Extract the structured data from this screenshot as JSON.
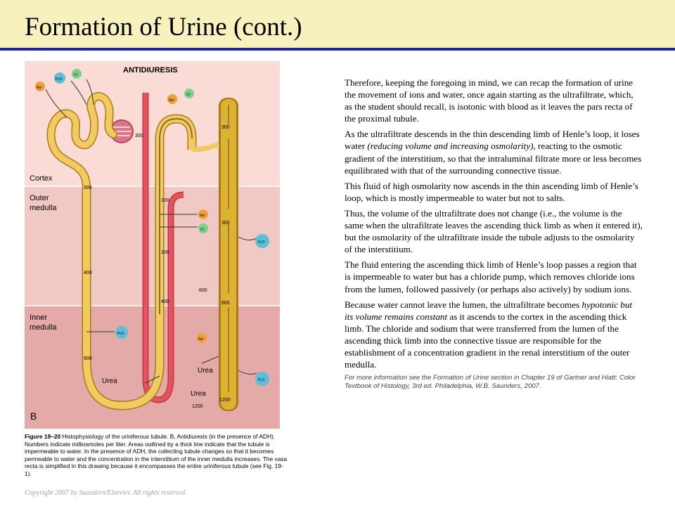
{
  "title": "Formation of Urine (cont.)",
  "diagram": {
    "heading": "ANTIDIURESIS",
    "panel_label": "B",
    "region_cortex": "Cortex",
    "region_outer_1": "Outer",
    "region_outer_2": "medulla",
    "region_inner_1": "Inner",
    "region_inner_2": "medulla",
    "ion_na": "Na⁺",
    "ion_cl": "Cl⁻",
    "ion_h2o": "H₂O",
    "val_300_left": "300",
    "val_300_vr": "300",
    "val_300_ct": "300",
    "val_300_ct2": "300",
    "val_400": "400",
    "val_600_left": "600",
    "val_100": "100",
    "val_200": "200",
    "val_400_asc": "400",
    "val_600_mid": "600",
    "val_600_ct": "600",
    "val_1200_ct": "1200",
    "val_1200_vr": "1200",
    "urea_1": "Urea",
    "urea_2": "Urea",
    "urea_3": "Urea"
  },
  "caption": {
    "figure_label": "Figure 19–20",
    "body": " Histophysiology of the uriniferous tubule. B, Antidiuresis (in the presence of ADH). Numbers indicate milliosmoles per liter. Areas outlined by a thick line indicate that the tubule is impermeable to water. In the presence of ADH, the collecting tubule changes so that it becomes permeable to water and the concentration in the interstitium of the inner medulla increases. The vasa recta is simplified in this drawing because it encompasses the entire uriniferous tubule (see Fig. 19-1)."
  },
  "copyright": "Copyright 2007 by Saunders/Elsevier. All rights reserved.",
  "paragraphs": {
    "p1": "Therefore, keeping the foregoing in mind, we can recap the formation of urine the movement of ions and water, once again starting as the ultrafiltrate, which, as the student should recall, is isotonic with blood as it leaves the pars recta of the proximal tubule.",
    "p2a": "As the ultrafiltrate descends in the thin descending limb of Henle’s loop, it loses water ",
    "p2b": "(reducing volume and increasing osmolarity),",
    "p2c": " reacting to the osmotic gradient of the interstitium, so that the intraluminal filtrate more or less becomes equilibrated with that of the surrounding connective tissue.",
    "p3": "This fluid of high osmolarity now ascends in the thin ascending limb of Henle’s loop, which is mostly impermeable to water but not to salts.",
    "p4": "Thus, the volume of the ultrafiltrate does not change (i.e., the volume is the same when the ultrafiltrate leaves the ascending thick limb as when it entered it), but the osmolarity of the ultrafiltrate inside the tubule adjusts to the osmolarity of the interstitium.",
    "p5": "The fluid entering the ascending thick limb of Henle’s loop passes a region that is impermeable to water but has a chloride pump, which removes chloride ions from the lumen, followed passively (or perhaps also actively) by sodium ions.",
    "p6a": "Because water cannot leave the lumen, the ultrafiltrate becomes ",
    "p6b": "hypotonic but its volume remains constant",
    "p6c": " as it ascends to the cortex in the ascending thick limb. The chloride and sodium that were transferred from the lumen of the ascending thick limb into the connective tissue are responsible for the establishment of a concentration gradient in the renal interstitium of the outer medulla.",
    "more": "For more information see the Formation of Urine section in Chapter 19 of Gartner and Hiatt: Color Textbook of Histology, 3rd ed. Philadelphia, W.B. Saunders, 2007."
  },
  "colors": {
    "title_band": "#f7f2bd",
    "title_rule": "#25239a",
    "cortex": "#fadbd6",
    "outer_medulla": "#f0c8c4",
    "inner_medulla": "#e4aaa8",
    "tubule": "#f2ca5f",
    "collecting_duct": "#ddb132",
    "vasa_recta": "#e35460",
    "sodium_ion": "#f0a03a",
    "chloride_ion": "#7fcf8d",
    "water": "#5bbfd9"
  }
}
